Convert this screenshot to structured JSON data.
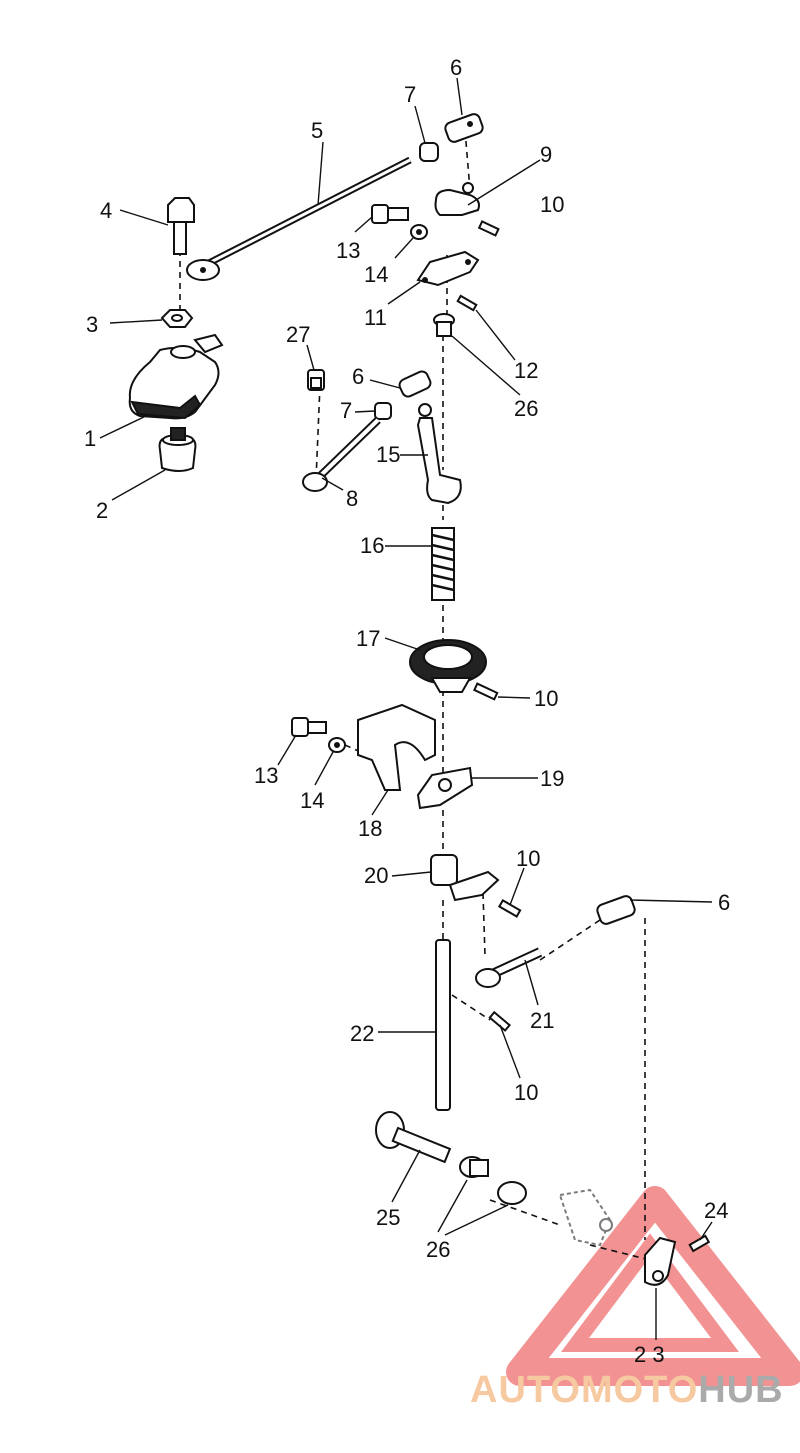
{
  "callouts": [
    {
      "id": "c1",
      "text": "1"
    },
    {
      "id": "c2",
      "text": "2"
    },
    {
      "id": "c3",
      "text": "3"
    },
    {
      "id": "c4",
      "text": "4"
    },
    {
      "id": "c5",
      "text": "5"
    },
    {
      "id": "c6a",
      "text": "6"
    },
    {
      "id": "c7a",
      "text": "7"
    },
    {
      "id": "c9",
      "text": "9"
    },
    {
      "id": "c10a",
      "text": "10"
    },
    {
      "id": "c13a",
      "text": "13"
    },
    {
      "id": "c14a",
      "text": "14"
    },
    {
      "id": "c11",
      "text": "11"
    },
    {
      "id": "c12",
      "text": "12"
    },
    {
      "id": "c26a",
      "text": "26"
    },
    {
      "id": "c27",
      "text": "27"
    },
    {
      "id": "c6b",
      "text": "6"
    },
    {
      "id": "c7b",
      "text": "7"
    },
    {
      "id": "c15",
      "text": "15"
    },
    {
      "id": "c8",
      "text": "8"
    },
    {
      "id": "c16",
      "text": "16"
    },
    {
      "id": "c17",
      "text": "17"
    },
    {
      "id": "c10b",
      "text": "10"
    },
    {
      "id": "c13b",
      "text": "13"
    },
    {
      "id": "c14b",
      "text": "14"
    },
    {
      "id": "c18",
      "text": "18"
    },
    {
      "id": "c19",
      "text": "19"
    },
    {
      "id": "c20",
      "text": "20"
    },
    {
      "id": "c10c",
      "text": "10"
    },
    {
      "id": "c6c",
      "text": "6"
    },
    {
      "id": "c21",
      "text": "21"
    },
    {
      "id": "c22",
      "text": "22"
    },
    {
      "id": "c10d",
      "text": "10"
    },
    {
      "id": "c24",
      "text": "24"
    },
    {
      "id": "c25",
      "text": "25"
    },
    {
      "id": "c26b",
      "text": "26"
    },
    {
      "id": "c23",
      "text": "2 3"
    }
  ],
  "watermark": {
    "part1": "AUTO",
    "part2": "MOTO",
    "part3": "HUB",
    "colors": {
      "auto": "#f6c9a0",
      "moto": "#f6c9a0",
      "hub": "#aaaaaa",
      "triangle": "#f08080"
    }
  }
}
